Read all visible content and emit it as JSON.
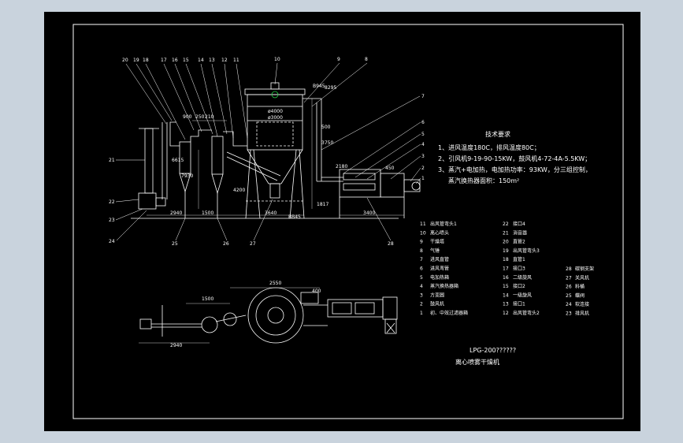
{
  "colors": {
    "background": "#c9d3dd",
    "sheet": "#000000",
    "lines": "#ffffff",
    "accent_green": "#22cc44",
    "accent_cyan": "#3fd0e8",
    "accent_yellow": "#ffee55"
  },
  "tech_requirements": {
    "heading": "技术要求",
    "items": [
      "1、进风温度180C，排风温度80C；",
      "2、引风机9-19-90-15KW，鼓风机4-72-4A-5.5KW；",
      "3、蒸汽+电加热，电加热功率：93KW，分三组控制，",
      "蒸汽换热器面积：150m²"
    ]
  },
  "parts_col1": [
    {
      "no": "11",
      "name": "出风管弯头1"
    },
    {
      "no": "10",
      "name": "离心喷头"
    },
    {
      "no": "9",
      "name": "干燥塔"
    },
    {
      "no": "8",
      "name": "气锤"
    },
    {
      "no": "7",
      "name": "进风直管"
    },
    {
      "no": "6",
      "name": "进风弯管"
    },
    {
      "no": "5",
      "name": "电加热箱"
    },
    {
      "no": "4",
      "name": "蒸汽换热器箱"
    },
    {
      "no": "3",
      "name": "方变圆"
    },
    {
      "no": "2",
      "name": "鼓风机"
    },
    {
      "no": "1",
      "name": "初、中效过滤器箱"
    }
  ],
  "parts_col2": [
    {
      "no": "22",
      "name": "接口4"
    },
    {
      "no": "21",
      "name": "消音器"
    },
    {
      "no": "20",
      "name": "直管2"
    },
    {
      "no": "19",
      "name": "出风管弯头3"
    },
    {
      "no": "18",
      "name": "直管1"
    },
    {
      "no": "17",
      "name": "接口3"
    },
    {
      "no": "16",
      "name": "二级旋风"
    },
    {
      "no": "15",
      "name": "接口2"
    },
    {
      "no": "14",
      "name": "一级旋风"
    },
    {
      "no": "13",
      "name": "接口1"
    },
    {
      "no": "12",
      "name": "出风管弯头2"
    }
  ],
  "parts_col3": [
    {
      "no": "28",
      "name": "碳钢支架"
    },
    {
      "no": "27",
      "name": "关风机"
    },
    {
      "no": "26",
      "name": "料桶"
    },
    {
      "no": "25",
      "name": "蝶阀"
    },
    {
      "no": "24",
      "name": "软连接"
    },
    {
      "no": "23",
      "name": "排风机"
    }
  ],
  "title_block": {
    "drawing_no": "LPG-200??????",
    "title": "离心喷雾干燥机"
  },
  "callouts_top": [
    "20",
    "19",
    "18",
    "17",
    "16",
    "15",
    "14",
    "13",
    "12",
    "11",
    "10",
    "9",
    "8"
  ],
  "callouts_right": [
    "7",
    "6",
    "5",
    "4",
    "3",
    "2",
    "1"
  ],
  "callouts_left": [
    "21",
    "22",
    "23",
    "24"
  ],
  "callouts_bottom": [
    "25",
    "26",
    "27",
    "28"
  ],
  "dims_front": [
    "900",
    "250",
    "210",
    "6615",
    "7930",
    "B945",
    "ø4000",
    "ø3000",
    "4200",
    "2940",
    "1500",
    "3640",
    "2180",
    "3400",
    "450",
    "8295",
    "500",
    "3750",
    "1817",
    "BB45"
  ],
  "dims_plan": [
    "2550",
    "1500",
    "400",
    "2940"
  ]
}
